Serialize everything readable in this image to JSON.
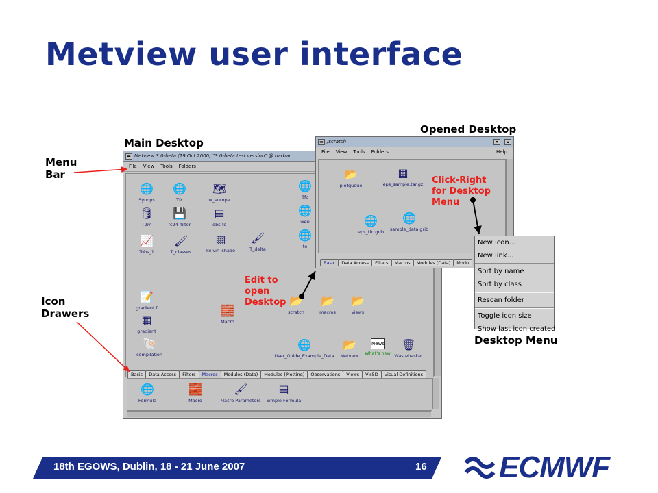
{
  "slide": {
    "title": "Metview user interface",
    "labels": {
      "main_desktop": "Main Desktop",
      "opened_desktop": "Opened Desktop",
      "menu_bar_line1": "Menu",
      "menu_bar_line2": "Bar",
      "icon_drawers_line1": "Icon",
      "icon_drawers_line2": "Drawers",
      "desktop_menu": "Desktop Menu",
      "edit_to_open_line1": "Edit to",
      "edit_to_open_line2": "open",
      "edit_to_open_line3": "Desktop",
      "click_right_line1": "Click-Right",
      "click_right_line2": "for Desktop",
      "click_right_line3": "Menu"
    },
    "colors": {
      "title": "#1a2f8a",
      "annotation_red": "#e8201c",
      "footer_band": "#1a2f8a"
    },
    "footer": {
      "text": "18th EGOWS, Dublin, 18 - 21 June 2007",
      "page": "16",
      "logo": "ECMWF"
    }
  },
  "main_window": {
    "title": "Metview 3.0-beta (19 Oct 2000) \"3.0-beta test version\" @ harbar",
    "menu": [
      "File",
      "View",
      "Tools",
      "Folders"
    ],
    "icons": {
      "synops": "Synops",
      "tfc": "Tfc",
      "w_europe": "w_europe",
      "t2m": "T2m",
      "fc24_filter": "fc24_filter",
      "obs_fc": "obs-fc",
      "tobs_1": "Tobs_1",
      "t_classes": "T_classes",
      "kelvin_shade": "kelvin_shade",
      "t_delta": "T_delta",
      "tfc2": "Tfc",
      "weu": "weu",
      "te": "te",
      "gradient_f": "gradient.f",
      "gradient": "gradient",
      "compilation": "compilation",
      "macro": "Macro",
      "scratch": "scratch",
      "macros": "macros",
      "views": "views",
      "user_guide": "User_Guide_Example_Data",
      "metview": "Metview",
      "whats_new": "What's new",
      "wastebasket": "Wastebasket",
      "news_glyph": "News"
    },
    "tabs": [
      "Basic",
      "Data Access",
      "Filters",
      "Macros",
      "Modules (Data)",
      "Modules (Plotting)",
      "Observations",
      "Views",
      "Vis5D",
      "Visual Definitions"
    ],
    "selected_tab": "Macros",
    "drawer_icons": [
      "Formula",
      "Macro",
      "Macro Parameters",
      "Simple Formula"
    ]
  },
  "scratch_window": {
    "title": "/scratch",
    "menu": [
      "File",
      "View",
      "Tools",
      "Folders"
    ],
    "help": "Help",
    "icons": [
      "plotqueue",
      "eps_sample.tar.gz",
      "eps_tfc.grib",
      "sample_data.grib"
    ],
    "tabs": [
      "Basic",
      "Data Access",
      "Filters",
      "Macros",
      "Modules (Data)",
      "Modu"
    ]
  },
  "desktop_menu": {
    "groups": [
      [
        "New icon...",
        "New link..."
      ],
      [
        "Sort by name",
        "Sort by class"
      ],
      [
        "Rescan folder"
      ],
      [
        "Toggle icon size",
        "Show last icon created"
      ]
    ]
  }
}
